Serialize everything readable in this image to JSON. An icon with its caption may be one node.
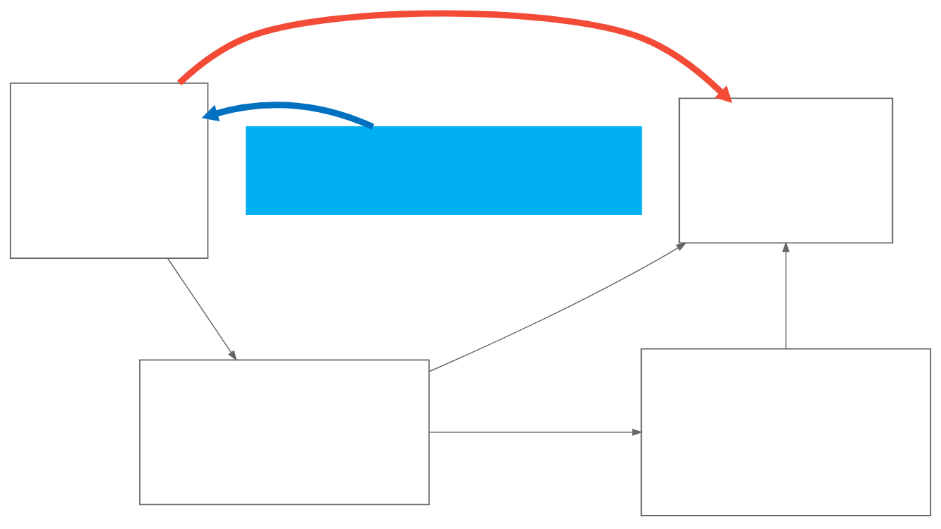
{
  "diagram": {
    "nodes": [
      {
        "text": [],
        "shape": "box"
      },
      {
        "text": [],
        "shape": "box"
      },
      {
        "text": [],
        "shape": "box"
      },
      {
        "text": [],
        "shape": "box"
      },
      {
        "text": [],
        "shape": "box"
      }
    ],
    "edges": [
      {
        "from": 4,
        "to": 0,
        "arrow": "to",
        "style": "thick",
        "color": "#0070c0"
      },
      {
        "from": 0,
        "to": 1,
        "arrow": "to",
        "style": "thick",
        "color": "#f44b37"
      },
      {
        "from": 0,
        "to": 2,
        "arrow": "to"
      },
      {
        "from": 2,
        "to": 1,
        "arrow": "to"
      },
      {
        "from": 2,
        "to": 3,
        "arrow": "to"
      },
      {
        "from": 3,
        "to": 1,
        "arrow": "to"
      }
    ]
  }
}
